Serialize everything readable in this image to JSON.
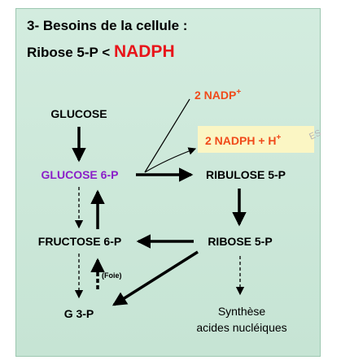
{
  "title": {
    "line1": "3- Besoins de la cellule :",
    "line2_prefix": "Ribose 5-P < ",
    "line2_highlight": "NADPH"
  },
  "nodes": {
    "glucose": "GLUCOSE",
    "glucose6p": "GLUCOSE 6-P",
    "ribulose5p": "RIBULOSE 5-P",
    "ribose5p": "RIBOSE 5-P",
    "fructose6p": "FRUCTOSE 6-P",
    "g3p": "G 3-P",
    "nadp_in": "2 NADP",
    "nadp_in_sup": "+",
    "nadph_out": "2 NADPH + H",
    "nadph_out_sup": "+",
    "foie": "(Foie)",
    "synthese_line1": "Synthèse",
    "synthese_line2": "acides nucléiques",
    "watermark": "ES"
  },
  "colors": {
    "glucose6p": "#8b1fc9",
    "cofactor": "#f04a1a",
    "nadph_box": "#fbf6c4",
    "title_highlight": "#e8141a"
  }
}
